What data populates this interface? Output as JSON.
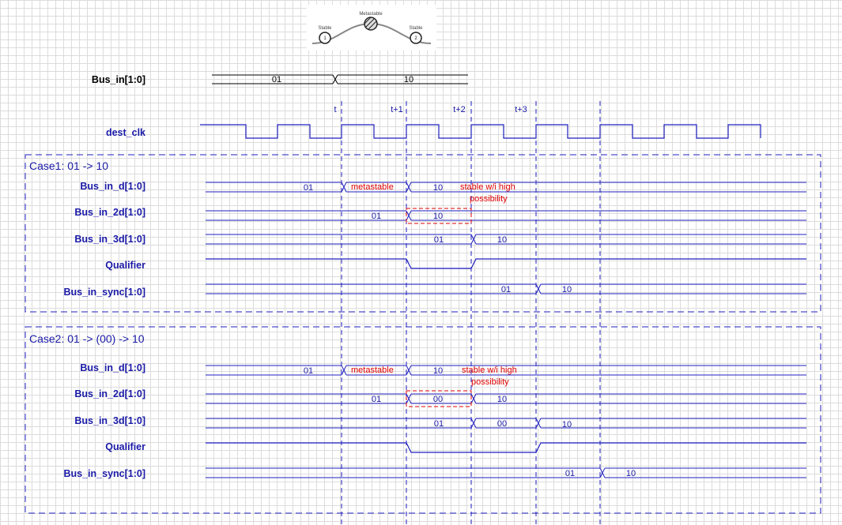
{
  "colors": {
    "signal": "#1f1fbf",
    "text_blue": "#1a1aa8",
    "note_red": "#e00000",
    "black": "#000000",
    "dash": "#1f1fbf"
  },
  "meta_figure": {
    "metastable": "Metastable",
    "stable1": "Stable",
    "stable2": "Stable",
    "n1": "1",
    "n2": "2"
  },
  "bus_in": {
    "label": "Bus_in[1:0]",
    "v1": "01",
    "v2": "10"
  },
  "clock": {
    "label": "dest_clk",
    "t": "t",
    "t1": "t+1",
    "t2": "t+2",
    "t3": "t+3"
  },
  "case1": {
    "title": "Case1: 01 -> 10",
    "d": {
      "label": "Bus_in_d[1:0]",
      "v1": "01",
      "v2": "metastable",
      "v3": "10"
    },
    "note1": "stable w/i high",
    "note2": "possibility",
    "d2": {
      "label": "Bus_in_2d[1:0]",
      "v1": "01",
      "v2": "10"
    },
    "d3": {
      "label": "Bus_in_3d[1:0]",
      "v1": "01",
      "v2": "10"
    },
    "qualifier": {
      "label": "Qualifier"
    },
    "sync": {
      "label": "Bus_in_sync[1:0]",
      "v1": "01",
      "v2": "10"
    }
  },
  "case2": {
    "title": "Case2: 01 -> (00) -> 10",
    "d": {
      "label": "Bus_in_d[1:0]",
      "v1": "01",
      "v2": "metastable",
      "v3": "10"
    },
    "note1": "stable w/i high",
    "note2": "possibility",
    "d2": {
      "label": "Bus_in_2d[1:0]",
      "v1": "01",
      "v2": "00",
      "v3": "10"
    },
    "d3": {
      "label": "Bus_in_3d[1:0]",
      "v1": "01",
      "v2": "00",
      "v3": "10"
    },
    "qualifier": {
      "label": "Qualifier"
    },
    "sync": {
      "label": "Bus_in_sync[1:0]",
      "v1": "01",
      "v2": "10"
    }
  }
}
